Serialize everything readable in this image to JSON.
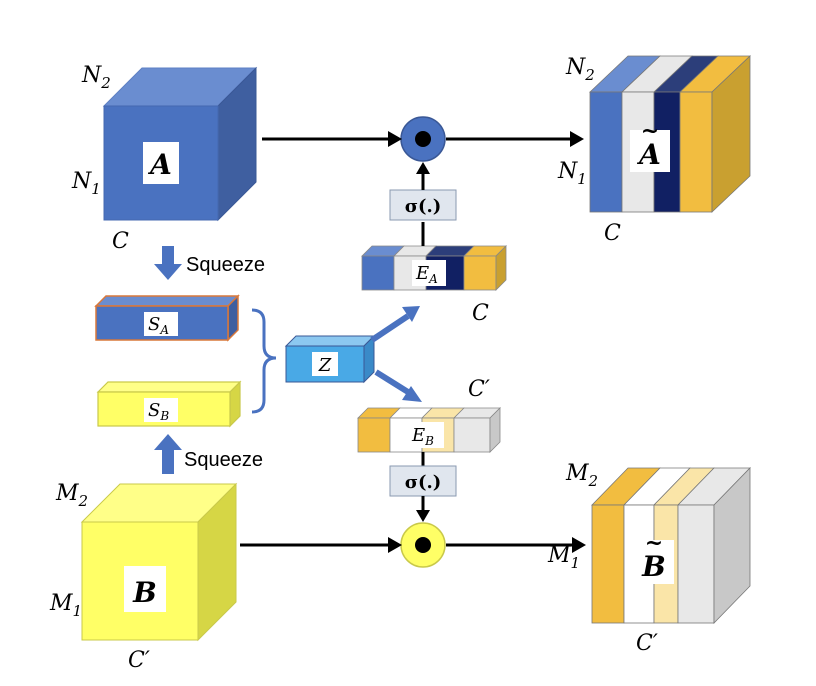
{
  "labels": {
    "N2": "N",
    "N2_sub": "2",
    "N1": "N",
    "N1_sub": "1",
    "C": "C",
    "A": "A",
    "squeeze_top": "Squeeze",
    "squeeze_bottom": "Squeeze",
    "SA": "S",
    "SA_sub": "A",
    "SB": "S",
    "SB_sub": "B",
    "Z": "Z",
    "sigma": "σ(.)",
    "EA": "E",
    "EA_sub": "A",
    "EB": "E",
    "EB_sub": "B",
    "C_ea": "C",
    "Cprime_eb": "C′",
    "M2": "M",
    "M2_sub": "2",
    "M1": "M",
    "M1_sub": "1",
    "Cprime": "C′",
    "B": "B",
    "A_tilde": "A",
    "B_tilde": "B",
    "tilde": "~"
  },
  "colors": {
    "blue": "#4A72C0",
    "blue_side": "#3F5FA0",
    "blue_top": "#6A8DD0",
    "navy": "#112063",
    "navy_top": "#2C3E7A",
    "white": "#ffffff",
    "lightgray": "#E8E8E8",
    "gray_side": "#C8C8C8",
    "gold": "#F2BD40",
    "gold_side": "#C9A030",
    "cream": "#FAE5A8",
    "yellow": "#FFFF66",
    "yellow_side": "#D6D645",
    "yellow_top": "#FFFF88",
    "sky": "#49A9E6",
    "orange_border": "#D9783A"
  }
}
